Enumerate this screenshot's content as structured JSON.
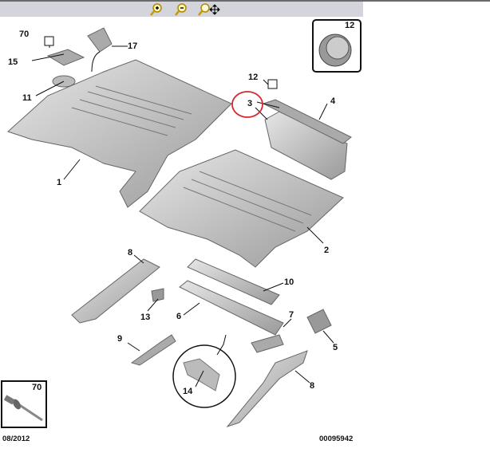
{
  "toolbar": {
    "buttons": [
      {
        "name": "zoom-in-icon"
      },
      {
        "name": "zoom-out-icon"
      },
      {
        "name": "zoom-pan-icon"
      }
    ]
  },
  "diagram": {
    "callouts": {
      "c70": "70",
      "c15": "15",
      "c11": "11",
      "c17": "17",
      "c1": "1",
      "c12": "12",
      "c3": "3",
      "c4": "4",
      "c2": "2",
      "c8a": "8",
      "c10": "10",
      "c13": "13",
      "c6": "6",
      "c7": "7",
      "c9": "9",
      "c5": "5",
      "c14": "14",
      "c8b": "8"
    },
    "inset_12": "12",
    "inset_70": "70",
    "highlight_color": "#d9262b"
  },
  "footer": {
    "date": "08/2012",
    "ref": "00095942"
  }
}
